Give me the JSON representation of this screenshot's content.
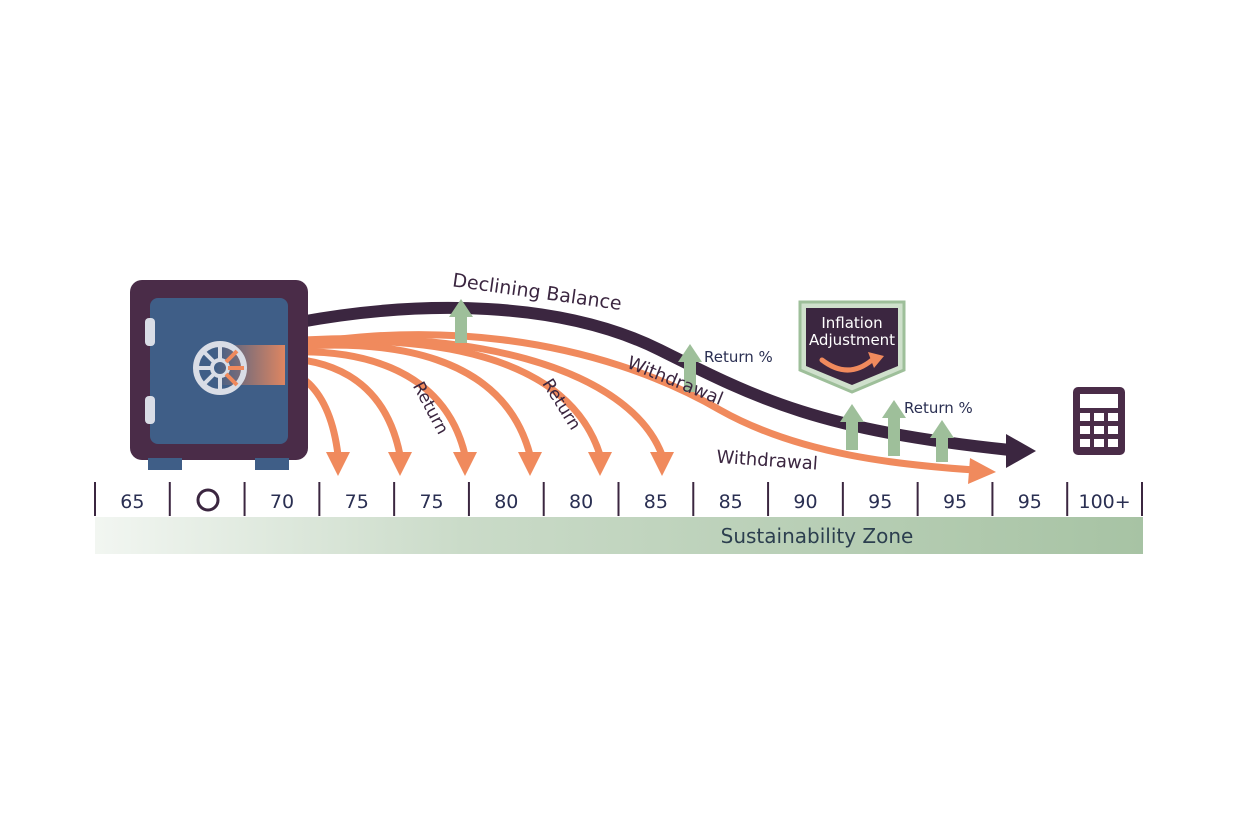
{
  "diagram": {
    "labels": {
      "declining_balance": "Declining Balance",
      "withdrawal": "Withdrawal",
      "return": "Return",
      "return_pct": "Return %",
      "inflation_line1": "Inflation",
      "inflation_line2": "Adjustment",
      "zone": "Sustainability Zone"
    },
    "timeline_ticks": [
      "65",
      "",
      "70",
      "75",
      "75",
      "80",
      "80",
      "85",
      "85",
      "90",
      "95",
      "95",
      "95",
      "100+"
    ],
    "icons": [
      "safe-icon",
      "dial-icon",
      "badge-icon",
      "calculator-icon",
      "circle-marker-icon"
    ],
    "colors": {
      "balance": "#3b2640",
      "withdrawal": "#f08a5d",
      "return_arrow": "#9ebf9a",
      "safe_frame": "#4a2c48",
      "safe_door": "#3f5e87",
      "zone_bar": "#a7c3a4"
    }
  }
}
